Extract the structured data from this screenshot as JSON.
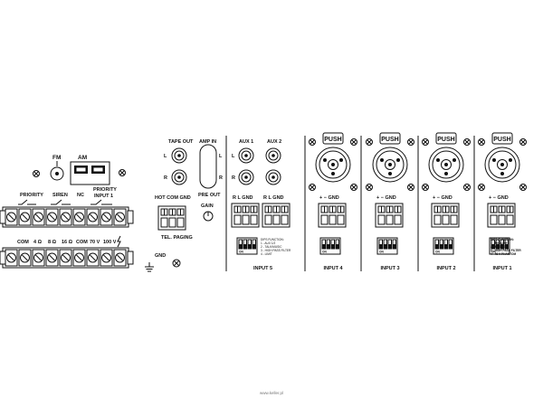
{
  "speaker_section": {
    "fm_label": "FM",
    "am_label": "AM",
    "priority_label": "PRIORITY",
    "siren_label": "SIREN",
    "nc_label": "NC",
    "priority_input_line1": "PRIORITY",
    "priority_input_line2": "INPUT 1",
    "out_labels": [
      "COM",
      "4 Ω",
      "8 Ω",
      "16 Ω",
      "COM",
      "70 V",
      "100 V"
    ]
  },
  "center_section": {
    "tape_out": "TAPE OUT",
    "amp_in": "AMP IN",
    "pre_out": "PRE OUT",
    "gain": "GAIN",
    "hot_com_gnd": "HOT COM GND",
    "tel_paging": "TEL. PAGING",
    "gnd": "GND",
    "l": "L",
    "r": "R"
  },
  "input5": {
    "aux1": "AUX 1",
    "aux2": "AUX 2",
    "r_l_gnd": "R   L  GND",
    "title": "INPUT 5",
    "dip_text": [
      "DIPS FUNCTION:",
      "1 - AUX 1/2",
      "2 - TALK/MUSIC",
      "3 - HIGH PASS FILTER",
      "4 - LIMIT"
    ]
  },
  "inputs": [
    {
      "title": "INPUT 4",
      "push": "PUSH",
      "plus_minus_gnd": "+  − GND"
    },
    {
      "title": "INPUT 3",
      "push": "PUSH",
      "plus_minus_gnd": "+  − GND"
    },
    {
      "title": "INPUT 2",
      "push": "PUSH",
      "plus_minus_gnd": "+  − GND"
    },
    {
      "title": "INPUT 1",
      "push": "PUSH",
      "plus_minus_gnd": "+  − GND"
    }
  ],
  "input1_dip_text": [
    "DIPS FUNCTION:",
    "1 - MIC/LINE",
    "2 - PHASE",
    "3 - HIGH PASS FILTER",
    "4 - 48 V PHANTOM"
  ],
  "dip_on": "ON",
  "watermark": "www.keller.pl"
}
